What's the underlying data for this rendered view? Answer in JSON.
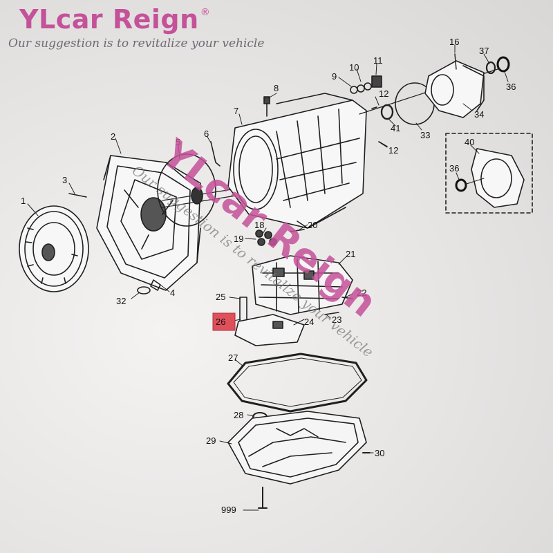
{
  "header": {
    "brand": "YLcar Reign",
    "registered_mark": "®",
    "tagline": "Our suggestion is to revitalize your vehicle"
  },
  "watermark": {
    "brand": "YLcar Reign",
    "registered_mark": "®",
    "tagline": "Our suggestion is to revitalize your vehicle"
  },
  "callouts": {
    "c1": "1",
    "c2": "2",
    "c3": "3",
    "c4": "4",
    "c5": "5",
    "c6": "6",
    "c7": "7",
    "c8": "8",
    "c9": "9",
    "c10": "10",
    "c11": "11",
    "c12a": "12",
    "c12b": "12",
    "c16": "16",
    "c18": "18",
    "c19": "19",
    "c20": "20",
    "c21": "21",
    "c22": "22",
    "c23": "23",
    "c24": "24",
    "c25": "25",
    "c26": "26",
    "c27": "27",
    "c28": "28",
    "c29": "29",
    "c30": "30",
    "c32": "32",
    "c33": "33",
    "c34": "34",
    "c36a": "36",
    "c36b": "36",
    "c37": "37",
    "c40": "40",
    "c41": "41",
    "c999": "999"
  },
  "colors": {
    "brand": "#c4529a",
    "highlight_box": "#e0505a",
    "line": "#222222"
  }
}
